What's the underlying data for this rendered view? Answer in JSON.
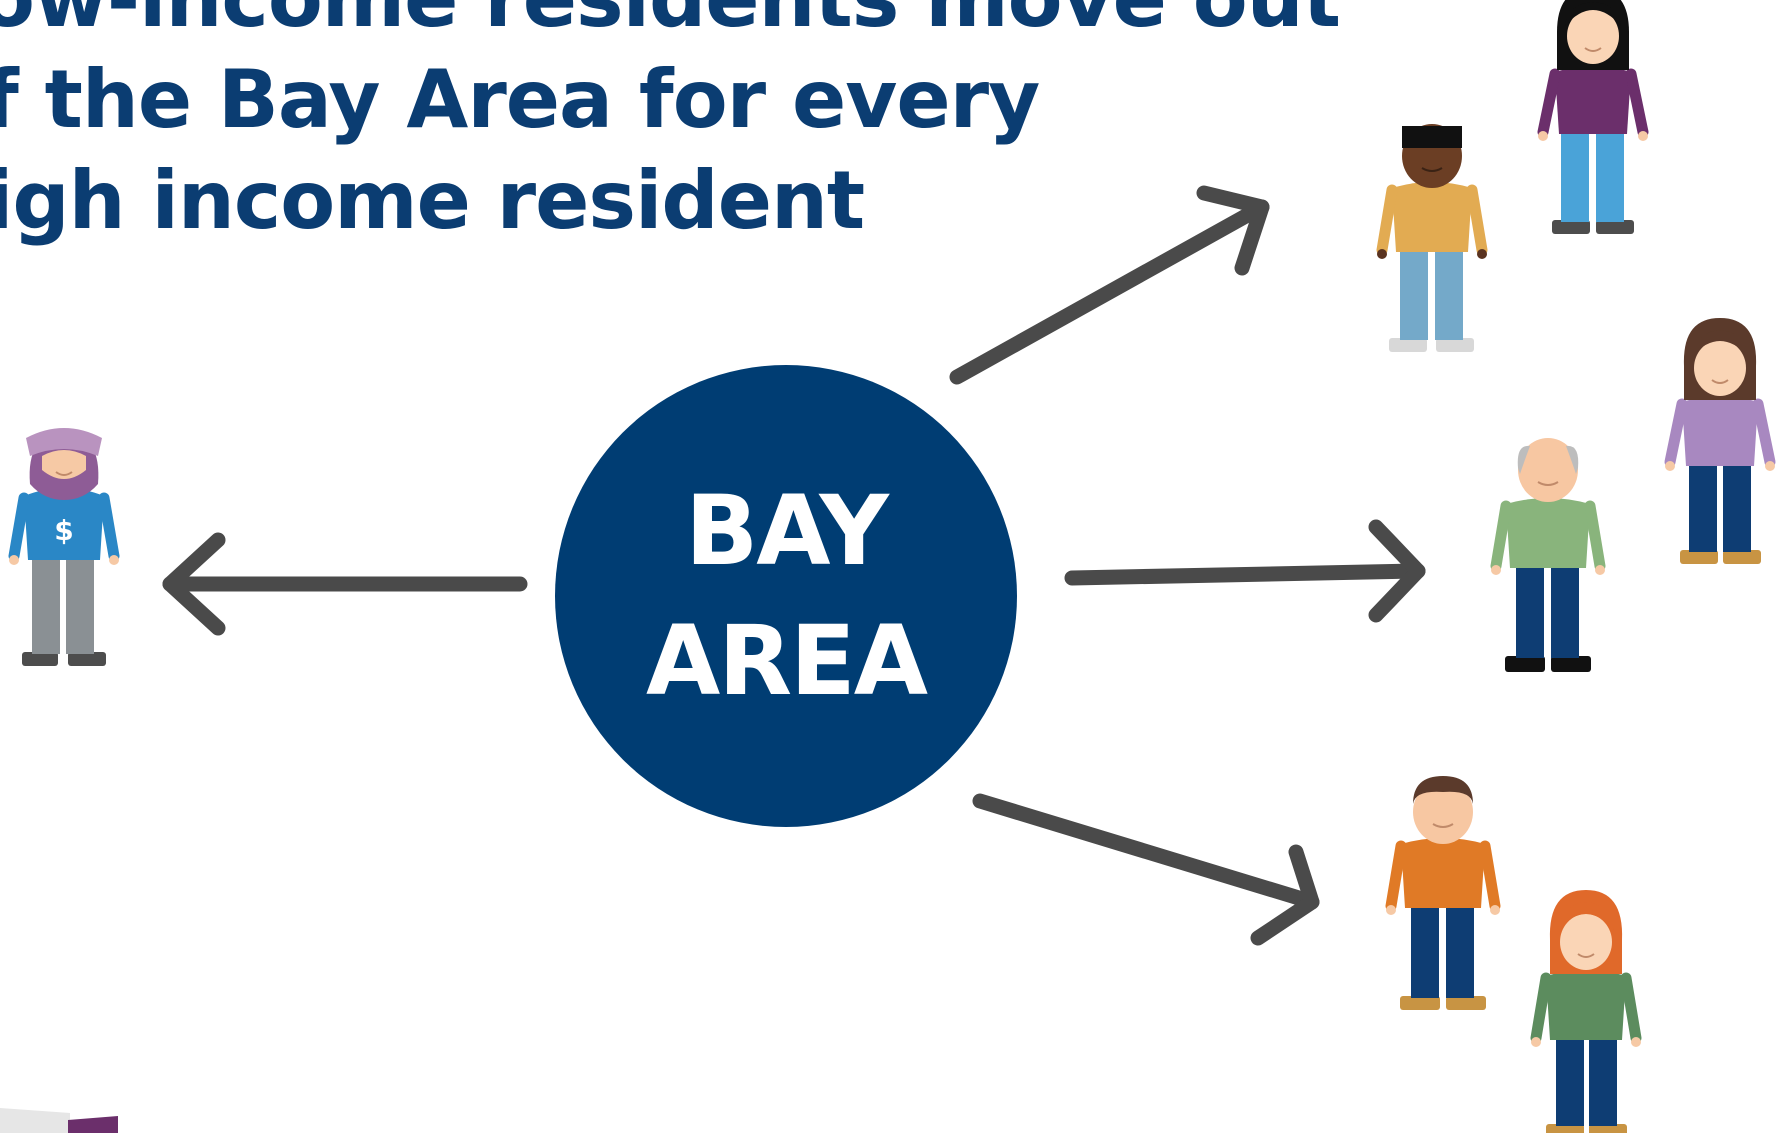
{
  "headline": {
    "lines": [
      "Low-income residents move out",
      "of the Bay Area for every",
      "high income resident"
    ]
  },
  "hub": {
    "line1": "BAY",
    "line2": "AREA"
  },
  "diagram": {
    "incoming_people": [
      "person-hijab-dollar-shirt"
    ],
    "outgoing_people": [
      "person-woman-purple-top",
      "person-man-yellow-top",
      "person-woman-lavender-top",
      "person-elderly-green-top",
      "person-man-orange-top",
      "person-woman-green-top"
    ]
  },
  "colors": {
    "headline": "#0b3d72",
    "hub": "#003d73",
    "arrow": "#4a4a4a"
  }
}
